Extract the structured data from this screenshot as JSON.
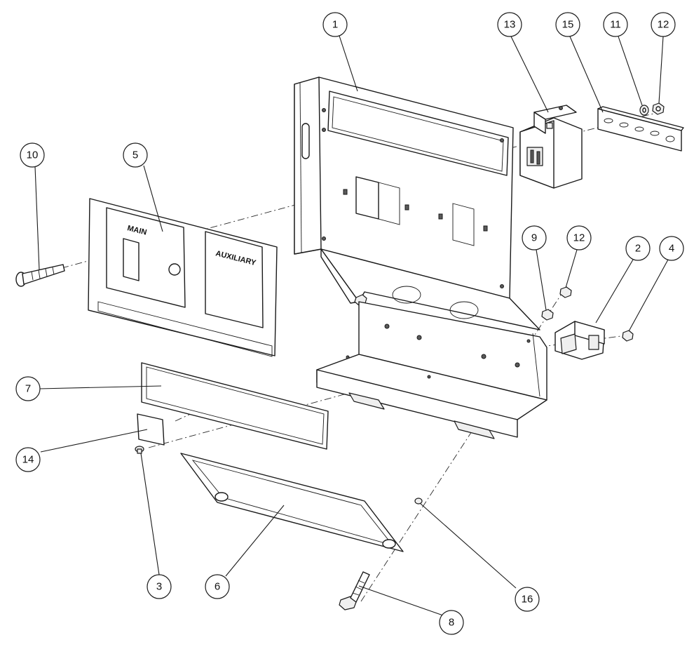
{
  "panel_labels": {
    "main": "MAIN",
    "auxiliary": "AUXILIARY"
  },
  "callouts": [
    {
      "id": "c1",
      "label": "1"
    },
    {
      "id": "c2",
      "label": "2"
    },
    {
      "id": "c3",
      "label": "3"
    },
    {
      "id": "c4",
      "label": "4"
    },
    {
      "id": "c5",
      "label": "5"
    },
    {
      "id": "c6",
      "label": "6"
    },
    {
      "id": "c7",
      "label": "7"
    },
    {
      "id": "c8",
      "label": "8"
    },
    {
      "id": "c9",
      "label": "9"
    },
    {
      "id": "c10",
      "label": "10"
    },
    {
      "id": "c11",
      "label": "11"
    },
    {
      "id": "c12a",
      "label": "12"
    },
    {
      "id": "c12b",
      "label": "12"
    },
    {
      "id": "c13",
      "label": "13"
    },
    {
      "id": "c14",
      "label": "14"
    },
    {
      "id": "c15",
      "label": "15"
    },
    {
      "id": "c16",
      "label": "16"
    }
  ]
}
